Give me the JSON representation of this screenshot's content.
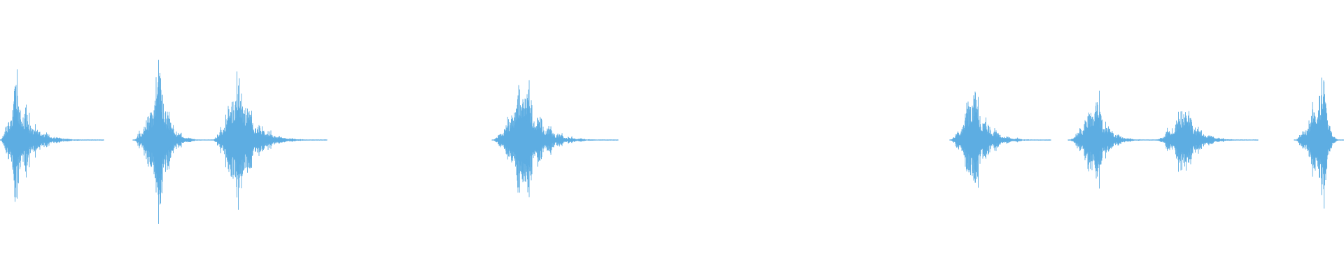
{
  "waveform": {
    "color": "#5dade2",
    "background": "#ffffff",
    "normalized_full_scale": 1.0,
    "bursts": [
      {
        "id": "burst-1",
        "time_frac_start": 0.0,
        "time_frac_peak": 0.0115,
        "time_frac_end": 0.077,
        "amplitude": 0.72
      },
      {
        "id": "burst-2",
        "time_frac_start": 0.099,
        "time_frac_peak": 0.1195,
        "time_frac_end": 0.158,
        "amplitude": 0.85
      },
      {
        "id": "burst-3",
        "time_frac_start": 0.158,
        "time_frac_peak": 0.177,
        "time_frac_end": 0.243,
        "amplitude": 0.86
      },
      {
        "id": "burst-4",
        "time_frac_start": 0.366,
        "time_frac_peak": 0.3895,
        "time_frac_end": 0.46,
        "amplitude": 0.8
      },
      {
        "id": "burst-5",
        "time_frac_start": 0.707,
        "time_frac_peak": 0.724,
        "time_frac_end": 0.782,
        "amplitude": 0.69
      },
      {
        "id": "burst-6",
        "time_frac_start": 0.795,
        "time_frac_peak": 0.8155,
        "time_frac_end": 0.862,
        "amplitude": 0.58
      },
      {
        "id": "burst-7",
        "time_frac_start": 0.86,
        "time_frac_peak": 0.8815,
        "time_frac_end": 0.936,
        "amplitude": 0.48
      },
      {
        "id": "burst-8",
        "time_frac_start": 0.963,
        "time_frac_peak": 0.986,
        "time_frac_end": 1.0,
        "amplitude": 0.9
      }
    ]
  }
}
